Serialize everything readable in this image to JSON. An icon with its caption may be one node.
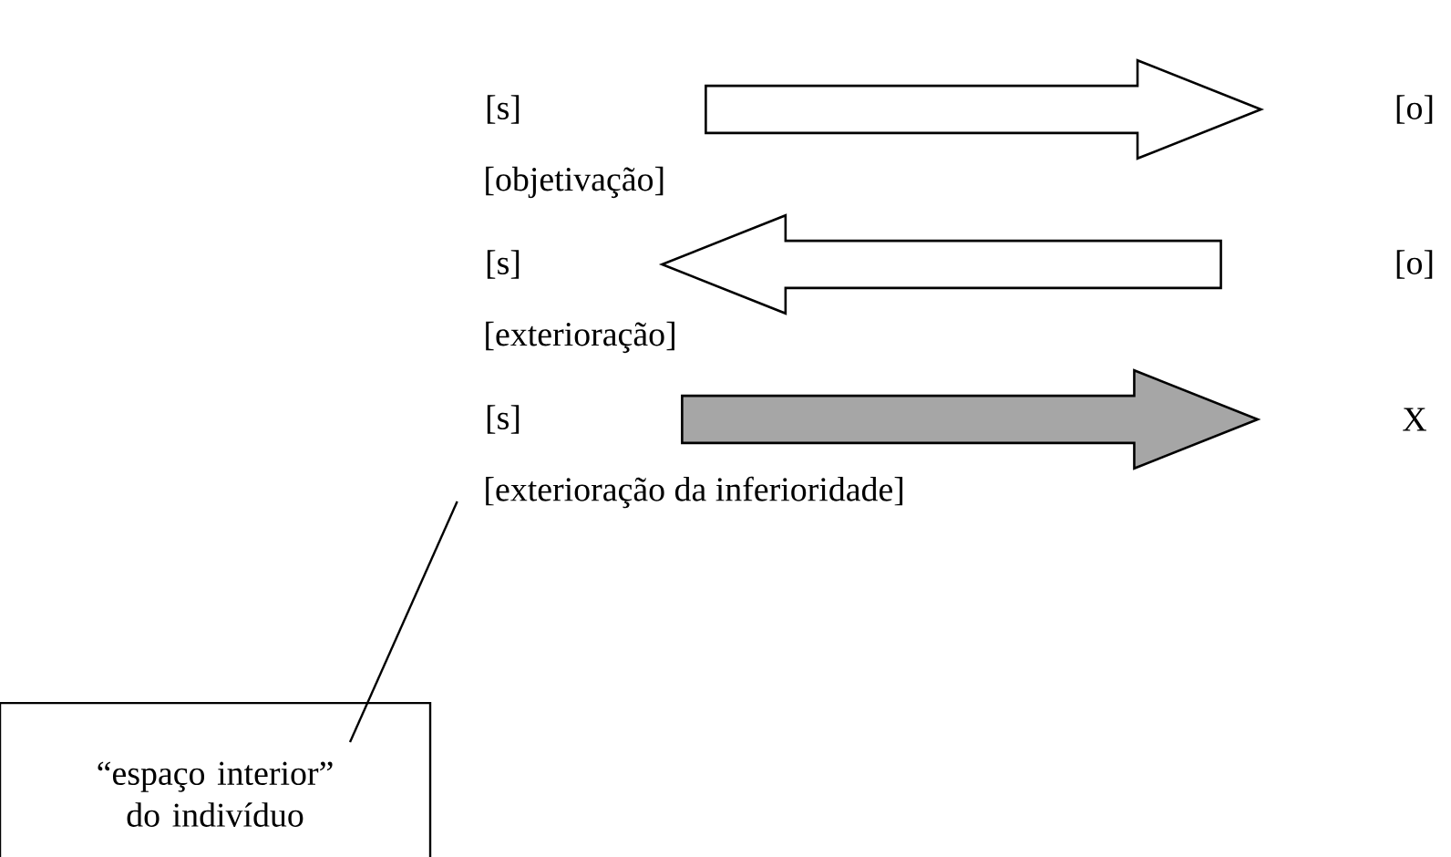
{
  "diagram": {
    "nodes": [
      {
        "text": [
          "[s]"
        ]
      },
      {
        "text": [
          "[o]"
        ]
      },
      {
        "text": [
          "[s]"
        ]
      },
      {
        "text": [
          "[o]"
        ]
      },
      {
        "text": [
          "[s]"
        ]
      },
      {
        "text": [
          "X"
        ]
      },
      {
        "text": [
          "“espaço interior” do indivíduo"
        ]
      }
    ],
    "edges": [
      {
        "from": 0,
        "to": 1,
        "arrow": "to"
      },
      {
        "from": 3,
        "to": 2,
        "arrow": "to"
      },
      {
        "from": 4,
        "to": 5,
        "arrow": "to",
        "color": "#a6a6a6"
      },
      {
        "from": 6,
        "to": 4,
        "arrow": "none"
      }
    ],
    "labels": [
      "[objetivação]",
      "[exterioração]",
      "[exterioração da inferioridade]"
    ]
  }
}
